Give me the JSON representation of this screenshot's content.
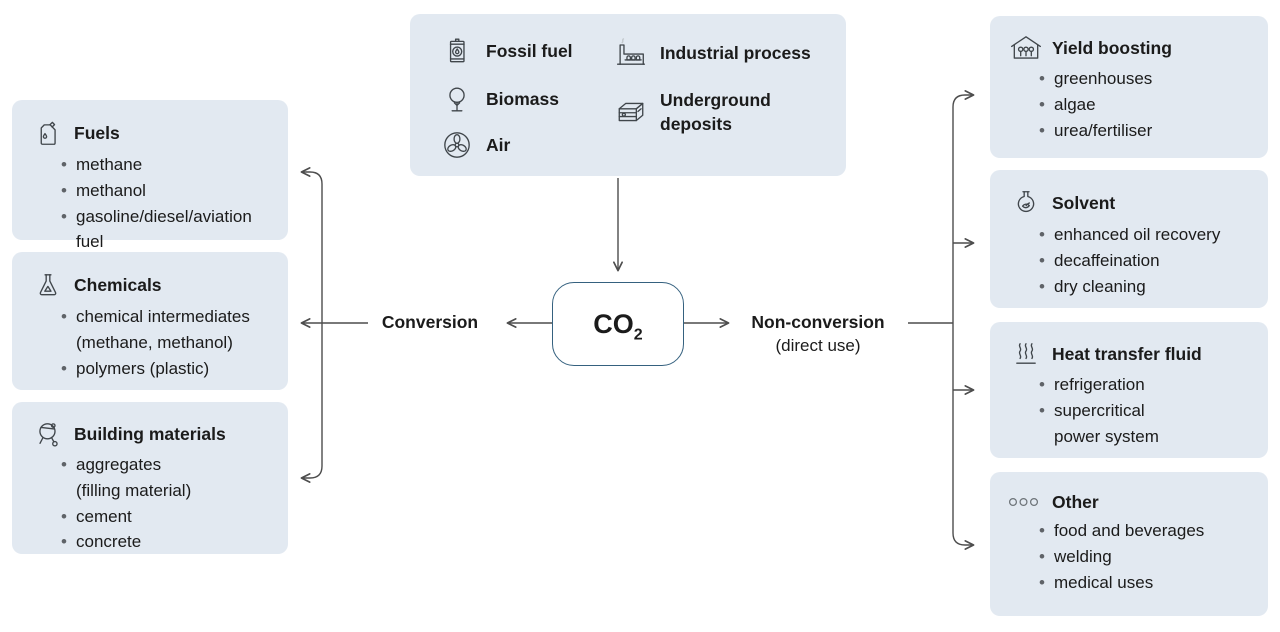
{
  "diagram": {
    "sources": {
      "fossil_fuel": {
        "icon": "oil-barrel",
        "label": "Fossil fuel"
      },
      "biomass": {
        "icon": "tree",
        "label": "Biomass"
      },
      "air": {
        "icon": "fan",
        "label": "Air"
      },
      "industrial_process": {
        "icon": "factory",
        "label": "Industrial process"
      },
      "underground_deposits": {
        "icon": "underground-deposit",
        "label": "Underground\ndeposits"
      }
    },
    "center": {
      "molecule": "CO",
      "subscript": "2"
    },
    "branch_left": {
      "label": "Conversion"
    },
    "branch_right": {
      "label": "Non-conversion",
      "sublabel": "(direct use)"
    },
    "left_boxes": [
      {
        "icon": "fuel-can",
        "title": "Fuels",
        "items": [
          "methane",
          "methanol",
          "gasoline/diesel/aviation\nfuel"
        ]
      },
      {
        "icon": "flask",
        "title": "Chemicals",
        "items": [
          "chemical intermediates\n(methane, methanol)",
          "polymers (plastic)"
        ]
      },
      {
        "icon": "cement-mixer",
        "title": "Building materials",
        "items": [
          "aggregates\n(filling material)",
          "cement",
          "concrete"
        ]
      }
    ],
    "right_boxes": [
      {
        "icon": "greenhouse",
        "title": "Yield boosting",
        "items": [
          "greenhouses",
          "algae",
          "urea/fertiliser"
        ]
      },
      {
        "icon": "round-flask",
        "title": "Solvent",
        "items": [
          "enhanced oil recovery",
          "decaffeination",
          "dry cleaning"
        ]
      },
      {
        "icon": "heat-waves",
        "title": "Heat transfer fluid",
        "items": [
          "refrigeration",
          "supercritical\npower system"
        ]
      },
      {
        "icon": "three-circles",
        "title": "Other",
        "items": [
          "food and beverages",
          "welding",
          "medical uses"
        ]
      }
    ],
    "colors": {
      "panel_bg": "#e2e9f1",
      "co2_border": "#35617f",
      "arrow": "#4d4d4d",
      "text": "#1b1b1b",
      "bullet": "#5f6368"
    }
  }
}
